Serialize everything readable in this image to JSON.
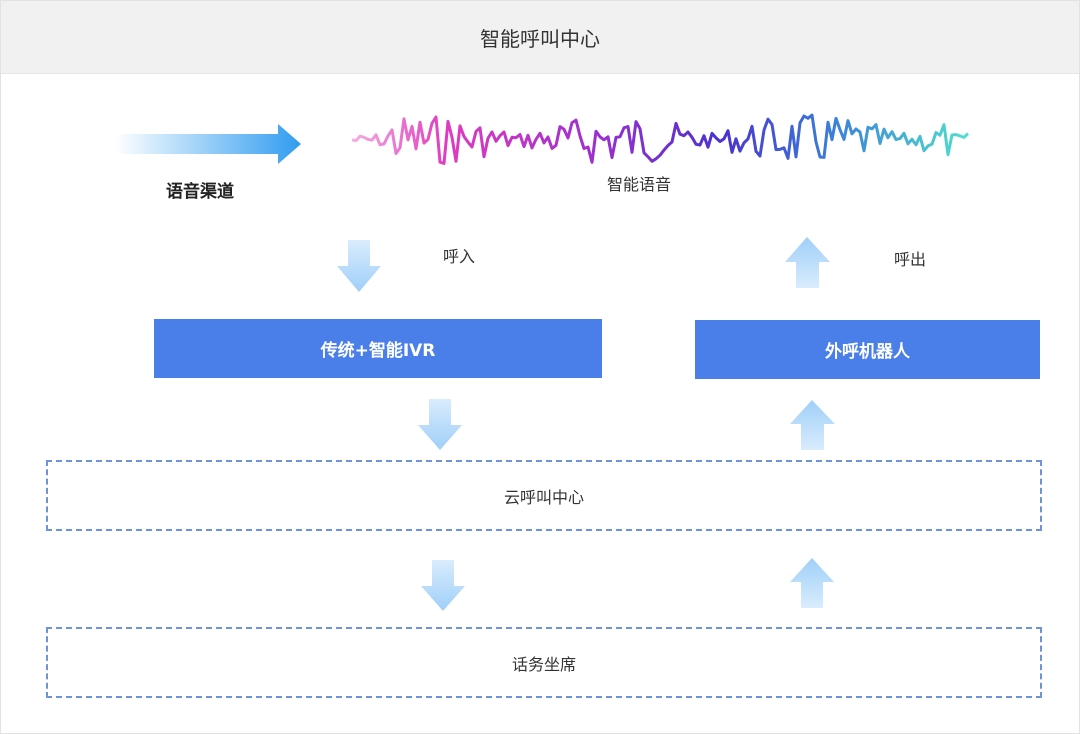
{
  "title": "智能呼叫中心",
  "voice_channel": "语音渠道",
  "smart_voice": "智能语音",
  "inbound": "呼入",
  "outbound": "呼出",
  "ivr_box": "传统+智能IVR",
  "robot_box": "外呼机器人",
  "cloud_box": "云呼叫中心",
  "agent_box": "话务坐席",
  "colors": {
    "box": "#4a7ee8",
    "dash": "#6f92dc",
    "arrow_light": "#d6eafc",
    "arrow_dark": "#9fd0f8",
    "wave": [
      "#f4a6e0",
      "#e03cc0",
      "#9b2fd0",
      "#4a32d0",
      "#3b7fd8",
      "#38d6c8"
    ]
  }
}
